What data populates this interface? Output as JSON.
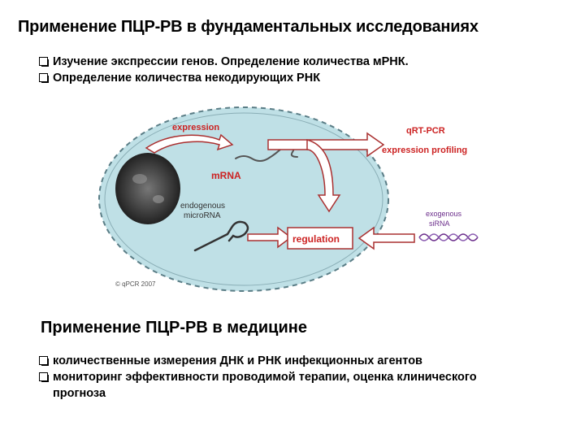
{
  "header": {
    "title": "Применение ПЦР-РВ в фундаментальных исследованиях"
  },
  "research_bullets": [
    "Изучение экспрессии генов. Определение количества мРНК.",
    "Определение количества некодирующих РНК"
  ],
  "figure": {
    "expression": "expression",
    "mrna": "mRNA",
    "qrtpcr": "qRT-PCR",
    "profiling": "expression profiling",
    "endogenous": "endogenous",
    "microrna": "microRNA",
    "regulation": "regulation",
    "exogenous": "exogenous",
    "sirna": "siRNA",
    "copyright": "© qPCR 2007",
    "colors": {
      "cell": "#bfe0e6",
      "cell_border": "#5a7d86",
      "red": "#cc2222",
      "purple": "#6a2c8a",
      "arrow_fill": "#ffffff",
      "arrow_stroke": "#aa3030"
    }
  },
  "medicine": {
    "title": "Применение ПЦР-РВ в медицине",
    "bullets": [
      "количественные измерения ДНК и РНК инфекционных агентов",
      "мониторинг эффективности проводимой терапии, оценка клинического прогноза"
    ]
  }
}
